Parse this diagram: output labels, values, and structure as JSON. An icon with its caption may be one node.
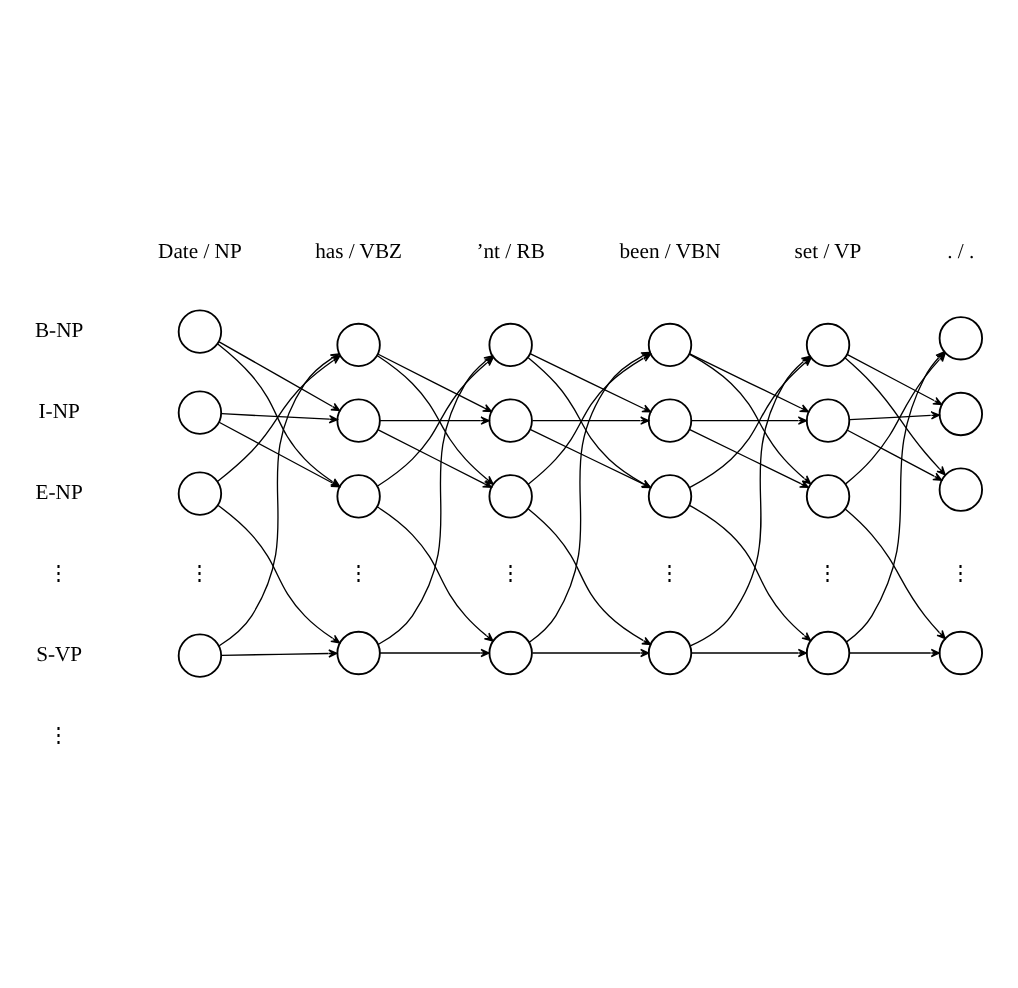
{
  "diagram": {
    "nodes": [
      {
        "text": [],
        "shape": "circle"
      },
      {
        "text": [],
        "shape": "circle"
      },
      {
        "text": [],
        "shape": "circle"
      },
      {
        "text": [],
        "shape": "circle"
      },
      {
        "text": [],
        "shape": "circle"
      },
      {
        "text": [],
        "shape": "circle"
      },
      {
        "text": [],
        "shape": "circle"
      },
      {
        "text": [],
        "shape": "circle"
      },
      {
        "text": [],
        "shape": "circle"
      },
      {
        "text": [],
        "shape": "circle"
      },
      {
        "text": [],
        "shape": "circle"
      },
      {
        "text": [],
        "shape": "circle"
      },
      {
        "text": [],
        "shape": "circle"
      },
      {
        "text": [],
        "shape": "circle"
      },
      {
        "text": [],
        "shape": "circle"
      },
      {
        "text": [],
        "shape": "circle"
      },
      {
        "text": [],
        "shape": "circle"
      },
      {
        "text": [],
        "shape": "circle"
      },
      {
        "text": [],
        "shape": "circle"
      },
      {
        "text": [],
        "shape": "circle"
      },
      {
        "text": [],
        "shape": "circle"
      },
      {
        "text": [],
        "shape": "circle"
      },
      {
        "text": [],
        "shape": "circle"
      },
      {
        "text": [],
        "shape": "circle"
      }
    ],
    "edges": [
      {
        "from": 0,
        "to": 7,
        "arrow": "to"
      },
      {
        "from": 0,
        "to": 13,
        "arrow": "to"
      },
      {
        "from": 6,
        "to": 7,
        "arrow": "to"
      },
      {
        "from": 6,
        "to": 13,
        "arrow": "to"
      },
      {
        "from": 12,
        "to": 1,
        "arrow": "to"
      },
      {
        "from": 12,
        "to": 19,
        "arrow": "to"
      },
      {
        "from": 18,
        "to": 1,
        "arrow": "to"
      },
      {
        "from": 18,
        "to": 19,
        "arrow": "to"
      },
      {
        "from": 1,
        "to": 8,
        "arrow": "to"
      },
      {
        "from": 1,
        "to": 14,
        "arrow": "to"
      },
      {
        "from": 7,
        "to": 8,
        "arrow": "to"
      },
      {
        "from": 7,
        "to": 14,
        "arrow": "to"
      },
      {
        "from": 13,
        "to": 2,
        "arrow": "to"
      },
      {
        "from": 13,
        "to": 20,
        "arrow": "to"
      },
      {
        "from": 19,
        "to": 2,
        "arrow": "to"
      },
      {
        "from": 19,
        "to": 20,
        "arrow": "to"
      },
      {
        "from": 2,
        "to": 9,
        "arrow": "to"
      },
      {
        "from": 2,
        "to": 15,
        "arrow": "to"
      },
      {
        "from": 8,
        "to": 9,
        "arrow": "to"
      },
      {
        "from": 8,
        "to": 15,
        "arrow": "to"
      },
      {
        "from": 14,
        "to": 3,
        "arrow": "to"
      },
      {
        "from": 14,
        "to": 21,
        "arrow": "to"
      },
      {
        "from": 20,
        "to": 3,
        "arrow": "to"
      },
      {
        "from": 20,
        "to": 21,
        "arrow": "to"
      },
      {
        "from": 3,
        "to": 10,
        "arrow": "to"
      },
      {
        "from": 3,
        "to": 16,
        "arrow": "to"
      },
      {
        "from": 9,
        "to": 10,
        "arrow": "to"
      },
      {
        "from": 9,
        "to": 16,
        "arrow": "to"
      },
      {
        "from": 15,
        "to": 4,
        "arrow": "to"
      },
      {
        "from": 15,
        "to": 22,
        "arrow": "to"
      },
      {
        "from": 21,
        "to": 4,
        "arrow": "to"
      },
      {
        "from": 21,
        "to": 22,
        "arrow": "to"
      },
      {
        "from": 4,
        "to": 11,
        "arrow": "to"
      },
      {
        "from": 4,
        "to": 17,
        "arrow": "to"
      },
      {
        "from": 10,
        "to": 11,
        "arrow": "to"
      },
      {
        "from": 10,
        "to": 17,
        "arrow": "to"
      },
      {
        "from": 16,
        "to": 5,
        "arrow": "to"
      },
      {
        "from": 16,
        "to": 23,
        "arrow": "to"
      },
      {
        "from": 22,
        "to": 5,
        "arrow": "to"
      },
      {
        "from": 22,
        "to": 23,
        "arrow": "to"
      }
    ],
    "labels": [
      "Date / NP",
      "has / VBZ",
      "’nt / RB",
      "been / VBN",
      "set / VP",
      ". / .",
      "B-NP",
      "I-NP",
      "E-NP",
      "⋮",
      "⋮",
      "⋮",
      "⋮",
      "⋮",
      "⋮",
      "⋮",
      "S-VP",
      "⋮"
    ]
  }
}
